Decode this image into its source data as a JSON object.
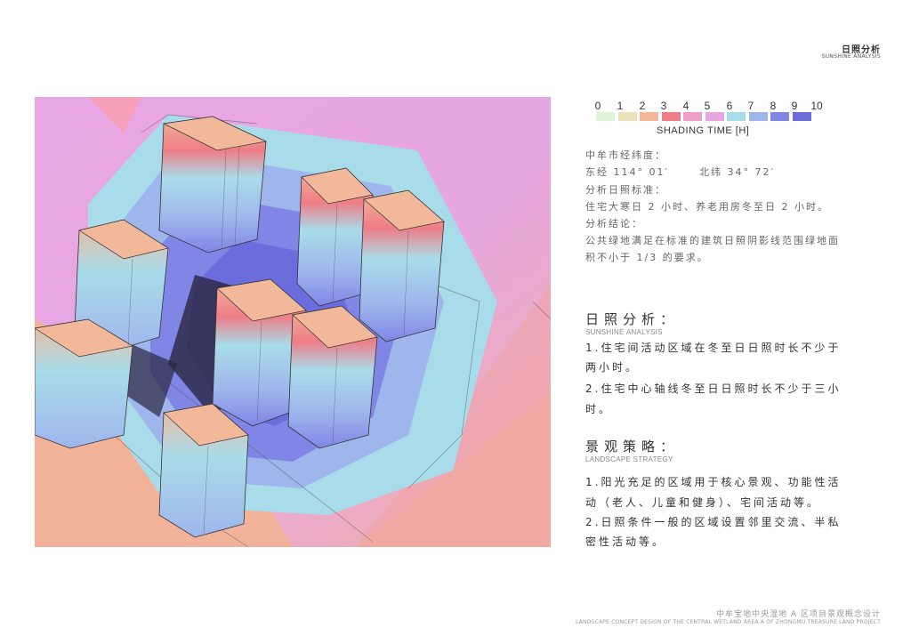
{
  "header": {
    "title_zh": "日照分析",
    "title_en": "SUNSHINE ANALYSIS"
  },
  "legend": {
    "numbers": [
      "0",
      "1",
      "2",
      "3",
      "4",
      "5",
      "6",
      "7",
      "8",
      "9",
      "10"
    ],
    "colors": [
      "#dff3d7",
      "#ece0b8",
      "#f2b89a",
      "#ef7d86",
      "#eea0c8",
      "#e6a6e6",
      "#a9dcea",
      "#9fb6ec",
      "#7f86e6",
      "#6c6ddc"
    ],
    "caption": "SHADING TIME [H]"
  },
  "info": {
    "line1": "中牟市经纬度：",
    "line2_left": "东经 114° 01′",
    "line2_right": "北纬 34° 72′",
    "line3": "分析日照标准：",
    "line4": "住宅大寒日 2 小时、养老用房冬至日 2 小时。",
    "line5": "分析结论：",
    "line6": "公共绿地满足在标准的建筑日照阴影线范围绿地面",
    "line7": "积不小于 1/3 的要求。"
  },
  "sunshine": {
    "title": "日照分析：",
    "subtitle": "SUNSHINE ANALYSIS",
    "p1_l1": "1.住宅间活动区域在冬至日日照时长不少于",
    "p1_l2": "两小时。",
    "p2_l1": "2.住宅中心轴线冬至日日照时长不少于三小",
    "p2_l2": "时。"
  },
  "landscape": {
    "title": "景观策略：",
    "subtitle": "LANDSCAPE STRATEGY",
    "p1_l1": "1.阳光充足的区域用于核心景观、功能性活",
    "p1_l2": "动（老人、儿童和健身）、宅间活动等。",
    "p2_l1": "2.日照条件一般的区域设置邻里交流、半私",
    "p2_l2": "密性活动等。"
  },
  "footer": {
    "zh": "中牟宝地中央湿地 A 区项目景观概念设计",
    "en": "LANDSCAPE CONCEPT DESIGN OF THE CENTRAL WETLAND AREA A OF ZHONGMU TREASURE LAND PROJECT"
  }
}
